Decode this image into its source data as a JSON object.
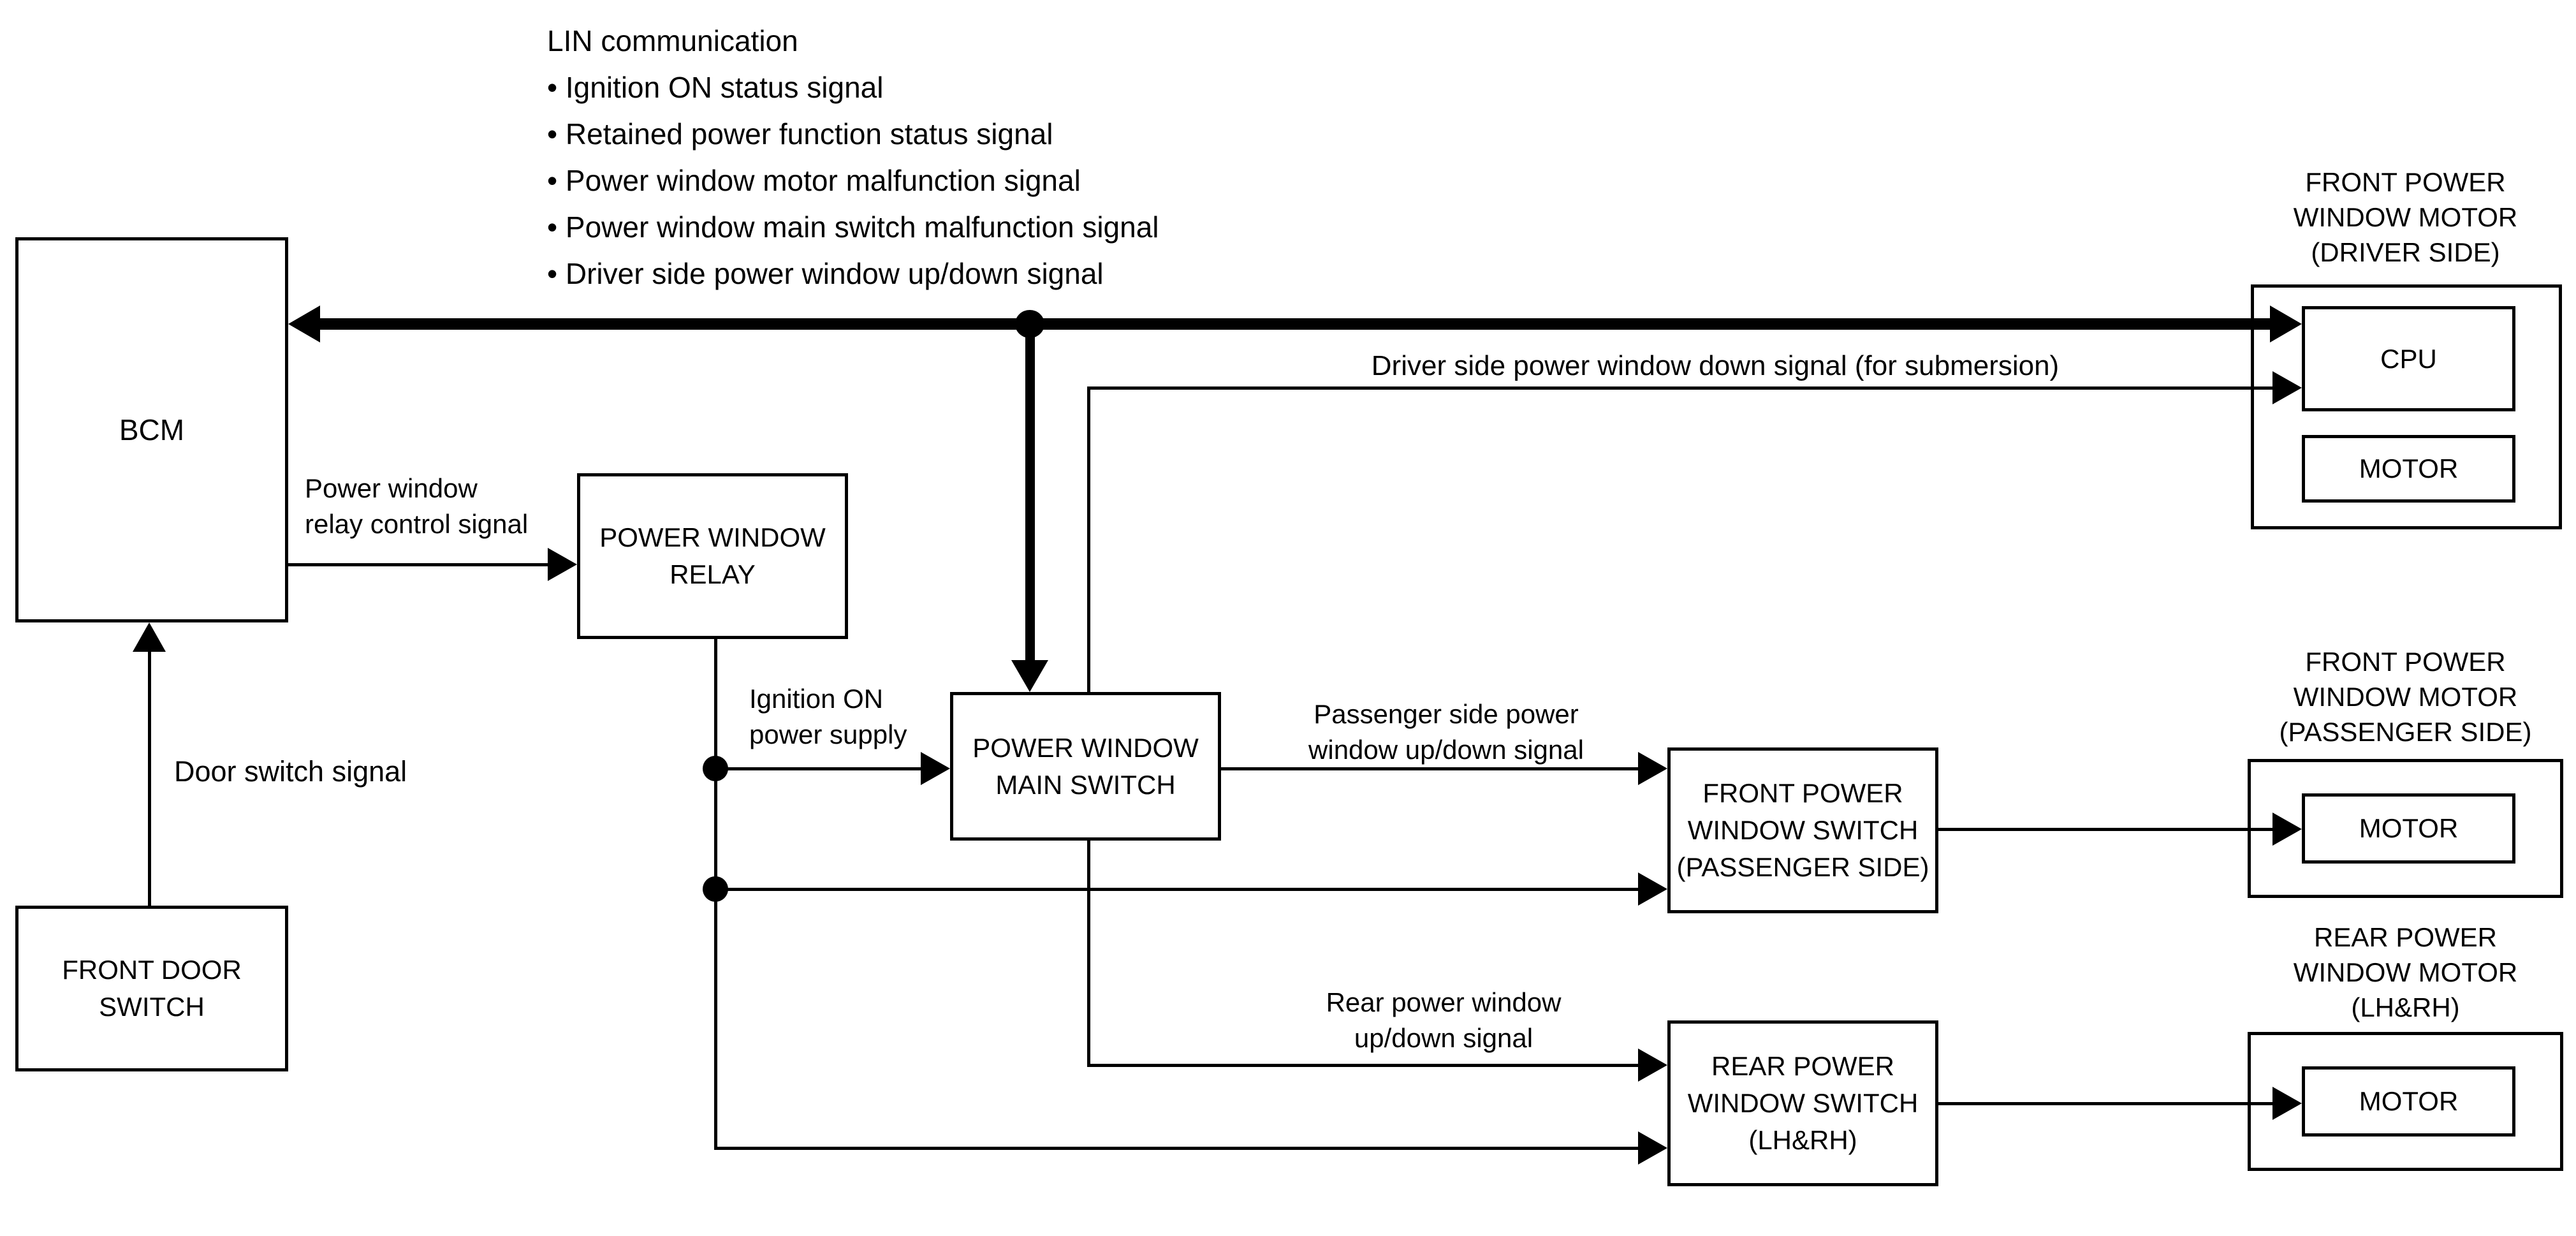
{
  "diagram": {
    "colors": {
      "line": "#000000",
      "background": "#ffffff"
    },
    "lin_block": {
      "title": "LIN communication",
      "bullets": [
        "• Ignition ON status signal",
        "• Retained power function status signal",
        "• Power window motor malfunction signal",
        "• Power window main switch malfunction signal",
        "• Driver side power window up/down signal"
      ]
    },
    "nodes": {
      "bcm": "BCM",
      "front_door_switch": "FRONT DOOR\nSWITCH",
      "power_window_relay": "POWER WINDOW\nRELAY",
      "power_window_main_switch": "POWER WINDOW\nMAIN SWITCH",
      "front_power_window_switch": "FRONT POWER\nWINDOW SWITCH\n(PASSENGER SIDE)",
      "rear_power_window_switch": "REAR POWER\nWINDOW SWITCH\n(LH&RH)",
      "cpu": "CPU",
      "motor_driver": "MOTOR",
      "motor_passenger": "MOTOR",
      "motor_rear": "MOTOR"
    },
    "group_titles": {
      "driver_motor": "FRONT POWER\nWINDOW MOTOR\n(DRIVER SIDE)",
      "passenger_motor": "FRONT POWER\nWINDOW MOTOR\n(PASSENGER SIDE)",
      "rear_motor": "REAR POWER\nWINDOW MOTOR\n(LH&RH)"
    },
    "signal_labels": {
      "door_switch": "Door switch signal",
      "relay_control": "Power window\nrelay control signal",
      "ignition_power": "Ignition ON\npower supply",
      "passenger_updown": "Passenger side power\nwindow up/down signal",
      "rear_updown": "Rear power window\nup/down signal",
      "submersion": "Driver side power window down signal (for submersion)"
    }
  }
}
